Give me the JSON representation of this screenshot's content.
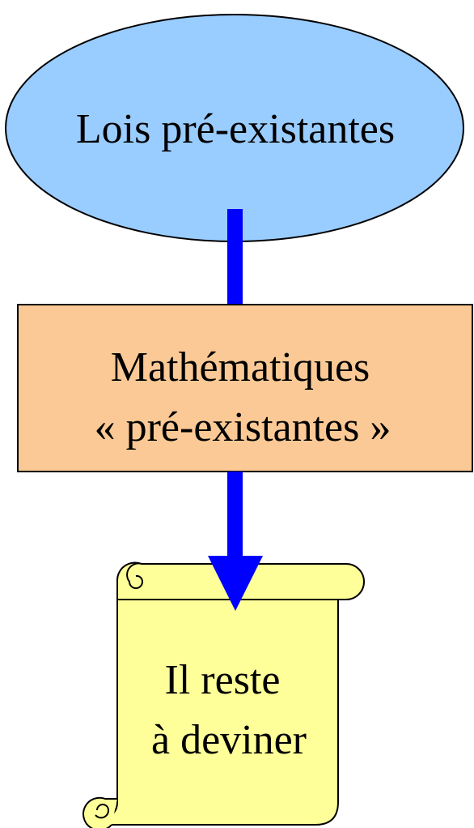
{
  "colors": {
    "ellipse_fill": "#99ccff",
    "box_fill": "#fbc995",
    "scroll_fill": "#ffff99",
    "arrow": "#0000ff",
    "outline": "#000000"
  },
  "nodes": {
    "ellipse": {
      "label": "Lois pré-existantes"
    },
    "box": {
      "line1": "Mathématiques",
      "line2": "« pré-existantes »"
    },
    "scroll": {
      "line1": "Il reste",
      "line2": "à deviner"
    }
  }
}
